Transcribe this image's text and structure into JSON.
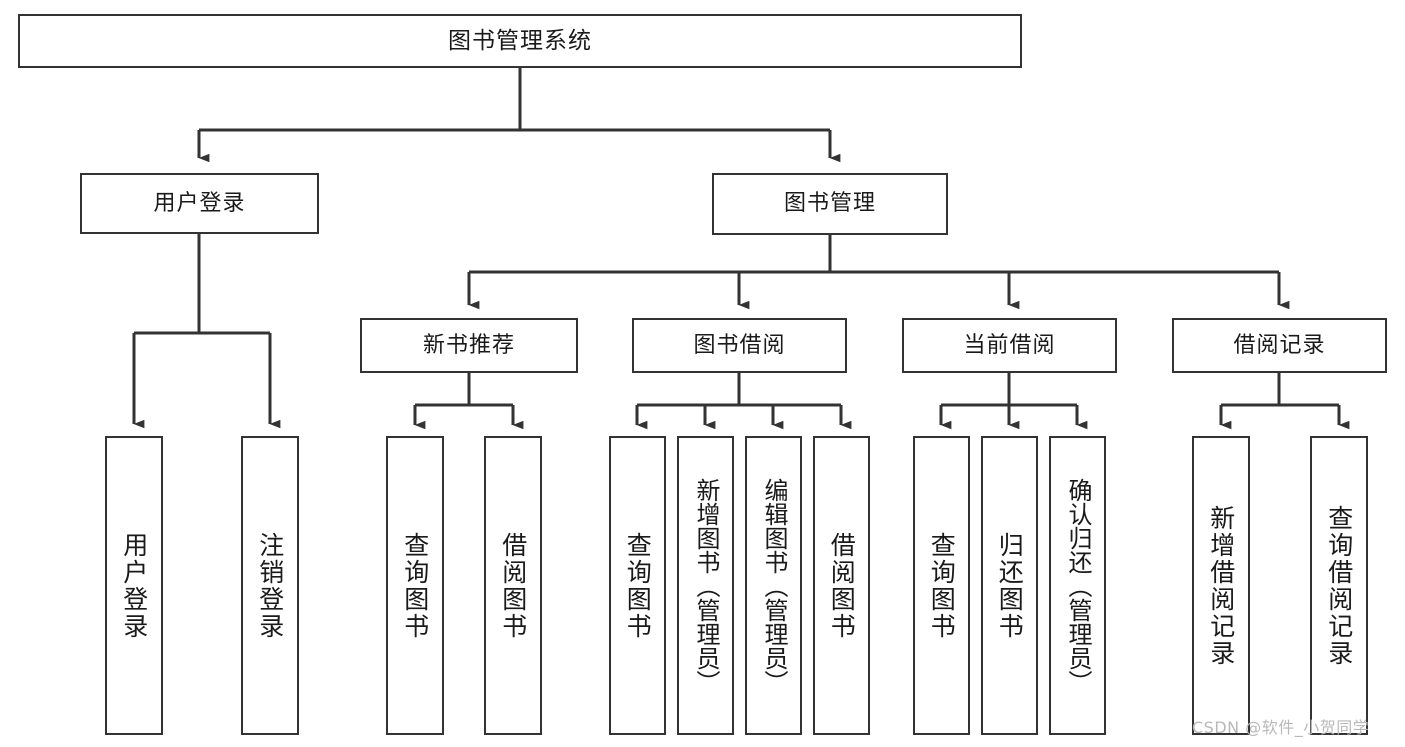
{
  "diagram": {
    "type": "tree-hierarchy-chart",
    "title": "图书管理系统",
    "line_color": "#333333",
    "box_fill": "#ffffff",
    "text_color": "#1a1a1a",
    "nodes": {
      "root": {
        "label": "图书管理系统"
      },
      "level2": [
        {
          "id": "user-login",
          "label": "用户登录"
        },
        {
          "id": "book-management",
          "label": "图书管理"
        }
      ],
      "level3": [
        {
          "id": "new-book-recommend",
          "label": "新书推荐"
        },
        {
          "id": "book-borrow",
          "label": "图书借阅"
        },
        {
          "id": "current-borrow",
          "label": "当前借阅"
        },
        {
          "id": "borrow-record",
          "label": "借阅记录"
        }
      ],
      "leaves": {
        "user_login": [
          {
            "id": "leaf-user-login",
            "label": "用户登录"
          },
          {
            "id": "leaf-logout-login",
            "label": "注销登录"
          }
        ],
        "new_book_recommend": [
          {
            "id": "leaf-query-book-1",
            "label": "查询图书"
          },
          {
            "id": "leaf-borrow-book-1",
            "label": "借阅图书"
          }
        ],
        "book_borrow": [
          {
            "id": "leaf-query-book-2",
            "label": "查询图书"
          },
          {
            "id": "leaf-add-book-admin",
            "label": "新增图书（管理员）"
          },
          {
            "id": "leaf-edit-book-admin",
            "label": "编辑图书（管理员）"
          },
          {
            "id": "leaf-borrow-book-2",
            "label": "借阅图书"
          }
        ],
        "current_borrow": [
          {
            "id": "leaf-query-book-3",
            "label": "查询图书"
          },
          {
            "id": "leaf-return-book",
            "label": "归还图书"
          },
          {
            "id": "leaf-confirm-return-admin",
            "label": "确认归还（管理员）"
          }
        ],
        "borrow_record": [
          {
            "id": "leaf-add-borrow-record",
            "label": "新增借阅记录"
          },
          {
            "id": "leaf-query-borrow-record",
            "label": "查询借阅记录"
          }
        ]
      }
    }
  },
  "watermark": {
    "text": "CSDN @软件_小贺同学"
  }
}
